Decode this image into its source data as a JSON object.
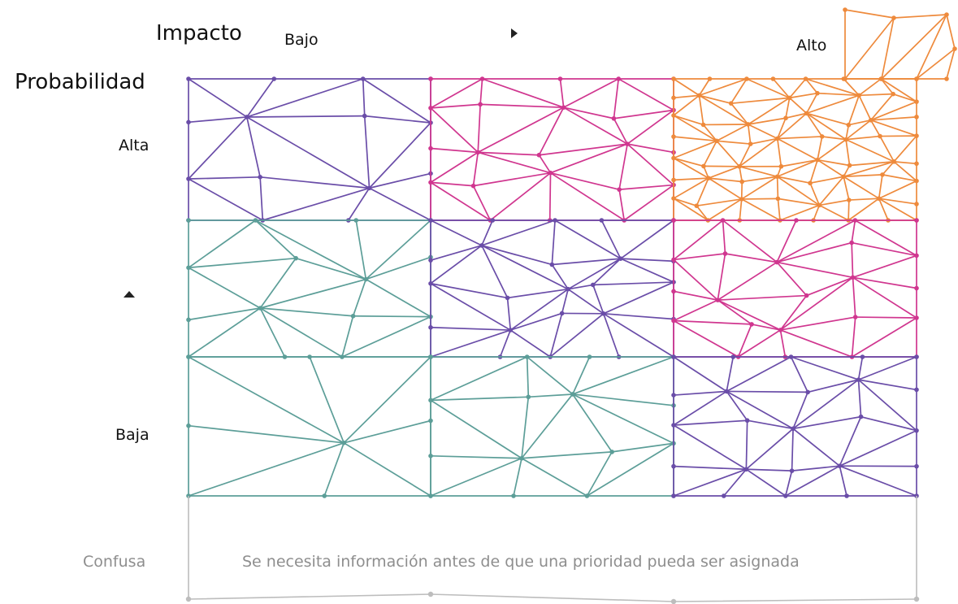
{
  "labels": {
    "impact": "Impacto",
    "impact_low": "Bajo",
    "impact_high": "Alto",
    "probability": "Probabilidad",
    "prob_high": "Alta",
    "prob_low": "Baja",
    "confused": "Confusa",
    "confused_note": "Se necesita información antes de que una prioridad pueda ser asignada"
  },
  "colors": {
    "teal": "#5c9e98",
    "purple": "#6a4da8",
    "magenta": "#d0368f",
    "orange": "#ee8a3c",
    "gray": "#bdbdbd",
    "arrow": "#222222"
  },
  "regions": [
    {
      "name": "low-impact-high-prob",
      "color": "purple"
    },
    {
      "name": "mid-impact-high-prob",
      "color": "magenta"
    },
    {
      "name": "high-impact-high-prob",
      "color": "orange"
    },
    {
      "name": "low-impact-mid-prob",
      "color": "teal"
    },
    {
      "name": "mid-impact-mid-prob",
      "color": "purple"
    },
    {
      "name": "high-impact-mid-prob",
      "color": "magenta"
    },
    {
      "name": "low-impact-low-prob",
      "color": "teal"
    },
    {
      "name": "mid-impact-low-prob",
      "color": "teal"
    },
    {
      "name": "high-impact-low-prob",
      "color": "purple"
    }
  ]
}
